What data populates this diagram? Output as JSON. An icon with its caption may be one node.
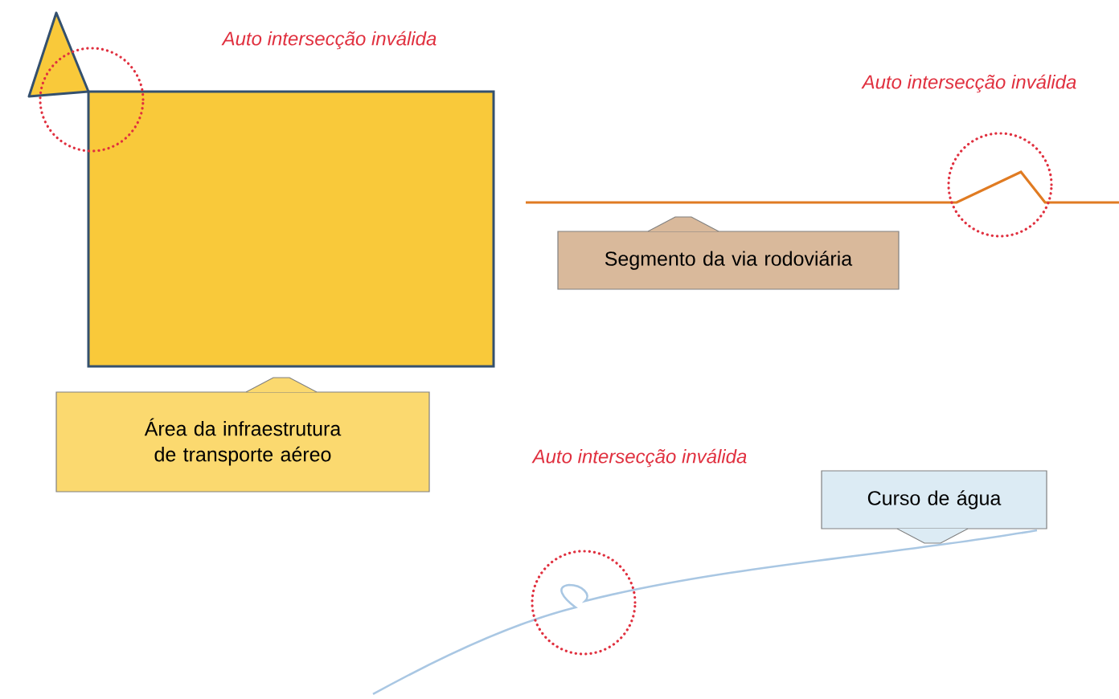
{
  "diagram": {
    "nodes": [
      {
        "text": [
          "Área da infraestrutura de transporte aéreo"
        ]
      },
      {
        "text": [
          "Segmento da via rodoviária"
        ]
      },
      {
        "text": [
          "Curso de água"
        ]
      }
    ],
    "labels": [
      "Auto intersecção inválida",
      "Auto intersecção inválida",
      "Auto intersecção inválida"
    ]
  }
}
